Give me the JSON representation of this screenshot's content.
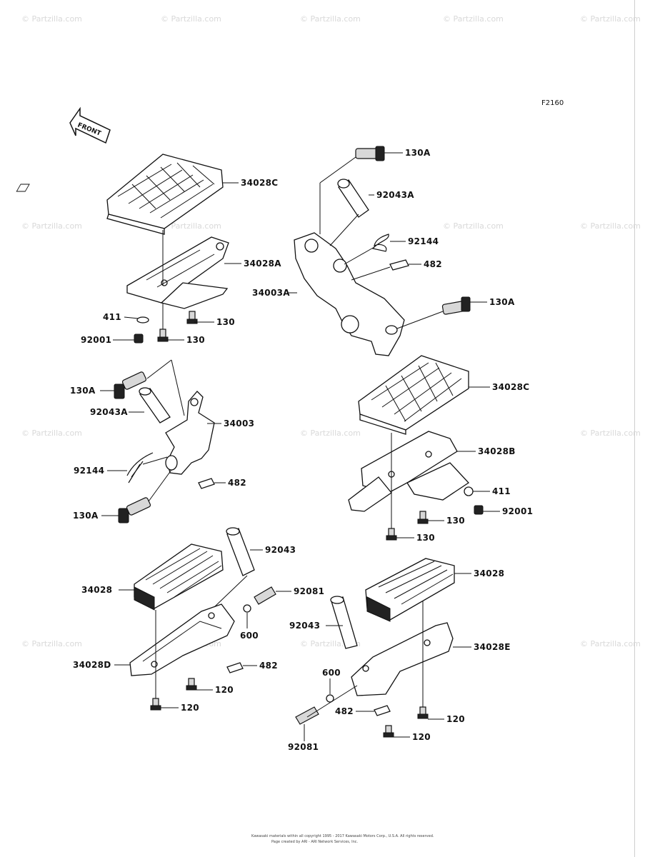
{
  "diagram": {
    "figure_code": "F2160",
    "front_label": "FRONT",
    "watermark_text": "© Partzilla.com",
    "footer_line1": "Kawasaki materials within all copyright 1995 - 2017 Kawasaki Motors Corp., U.S.A. All rights reserved.",
    "footer_line2": "Page created by ARI - ARI Network Services, Inc.",
    "callouts": {
      "p34028C_top": "34028C",
      "p34028A": "34028A",
      "p411_left": "411",
      "p130_left1": "130",
      "p92001_left": "92001",
      "p130_left2": "130",
      "p130A_top": "130A",
      "p92043A_top": "92043A",
      "p92144_top": "92144",
      "p482_top": "482",
      "p34003A": "34003A",
      "p130A_right": "130A",
      "p130A_mid_left": "130A",
      "p92043A_mid": "92043A",
      "p34003": "34003",
      "p92144_mid": "92144",
      "p482_mid": "482",
      "p130A_low_left": "130A",
      "p34028C_right": "34028C",
      "p34028B": "34028B",
      "p411_right": "411",
      "p92001_right": "92001",
      "p130_right1": "130",
      "p130_right2": "130",
      "p92043_left": "92043",
      "p34028_left": "34028",
      "p92081_left": "92081",
      "p600_left": "600",
      "p34028D": "34028D",
      "p482_left": "482",
      "p120_left1": "120",
      "p120_left2": "120",
      "p34028_right": "34028",
      "p92043_right": "92043",
      "p34028E": "34028E",
      "p600_right": "600",
      "p482_right": "482",
      "p120_right1": "120",
      "p120_right2": "120",
      "p92081_right": "92081"
    }
  }
}
